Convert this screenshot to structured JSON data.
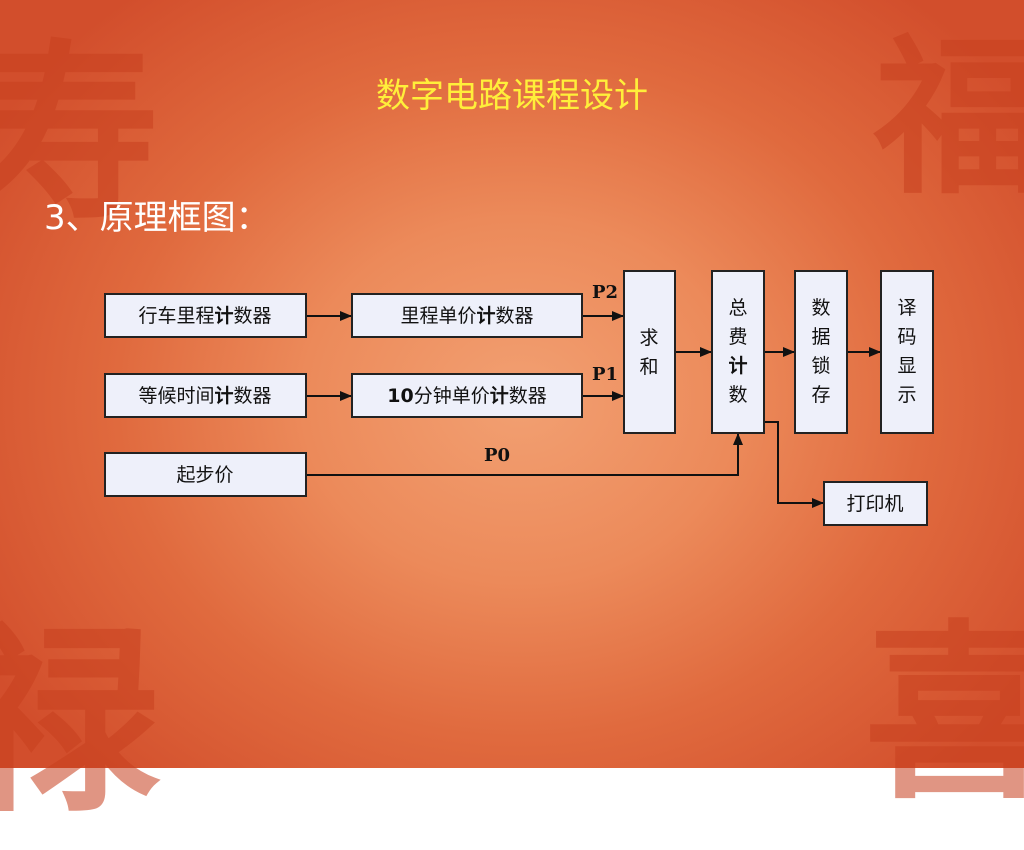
{
  "title": "数字电路课程设计",
  "subtitle": "3、原理框图：",
  "diagram": {
    "boxes": {
      "mileage_counter": [
        "行车里程",
        "计",
        "数器"
      ],
      "mileage_unit_counter": [
        "里程单价",
        "计",
        "数器"
      ],
      "wait_counter": [
        "等候时间",
        "计",
        "数器"
      ],
      "ten_min_counter": [
        "10",
        "分钟单价",
        "计",
        "数器"
      ],
      "start_price": "起步价",
      "sum": [
        "求",
        "和"
      ],
      "total_counter": [
        "总",
        "费",
        "计",
        "数"
      ],
      "latch": [
        "数",
        "据",
        "锁",
        "存"
      ],
      "decode_display": [
        "译",
        "码",
        "显",
        "示"
      ],
      "printer": "打印机"
    },
    "ports": {
      "p2": "P2",
      "p1": "P1",
      "p0": "P0"
    }
  },
  "colors": {
    "title": "#ffef3a",
    "subtitle": "#ffffff",
    "box_fill": "#eef0fa",
    "background": "#e67a4c"
  }
}
